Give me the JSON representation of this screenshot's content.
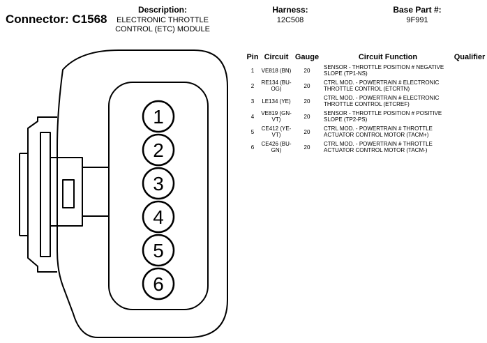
{
  "connector": {
    "label": "Connector:",
    "id": "C1568"
  },
  "description": {
    "label": "Description:",
    "value": [
      "ELECTRONIC THROTTLE",
      "CONTROL (ETC) MODULE"
    ]
  },
  "harness": {
    "label": "Harness:",
    "value": "12C508"
  },
  "base_part": {
    "label": "Base Part #:",
    "value": "9F991"
  },
  "table": {
    "headers": {
      "pin": "Pin",
      "circuit": "Circuit",
      "gauge": "Gauge",
      "function": "Circuit Function",
      "qualifier": "Qualifier"
    },
    "rows": [
      {
        "pin": "1",
        "circuit": "VE818 (BN)",
        "gauge": "20",
        "function": "SENSOR - THROTTLE POSITION # NEGATIVE SLOPE (TP1-NS)",
        "qualifier": ""
      },
      {
        "pin": "2",
        "circuit": "RE134 (BU-OG)",
        "gauge": "20",
        "function": "CTRL MOD. - POWERTRAIN # ELECTRONIC THROTTLE CONTROL (ETCRTN)",
        "qualifier": ""
      },
      {
        "pin": "3",
        "circuit": "LE134 (YE)",
        "gauge": "20",
        "function": "CTRL MOD. - POWERTRAIN # ELECTRONIC THROTTLE CONTROL (ETCREF)",
        "qualifier": ""
      },
      {
        "pin": "4",
        "circuit": "VE819 (GN-VT)",
        "gauge": "20",
        "function": "SENSOR - THROTTLE POSITION # POSITIVE SLOPE (TP2-PS)",
        "qualifier": ""
      },
      {
        "pin": "5",
        "circuit": "CE412 (YE-VT)",
        "gauge": "20",
        "function": "CTRL MOD. - POWERTRAIN # THROTTLE ACTUATOR CONTROL MOTOR (TACM+)",
        "qualifier": ""
      },
      {
        "pin": "6",
        "circuit": "CE426 (BU-GN)",
        "gauge": "20",
        "function": "CTRL MOD. - POWERTRAIN # THROTTLE ACTUATOR CONTROL MOTOR (TACM-)",
        "qualifier": ""
      }
    ]
  },
  "diagram": {
    "pins": [
      "1",
      "2",
      "3",
      "4",
      "5",
      "6"
    ]
  }
}
